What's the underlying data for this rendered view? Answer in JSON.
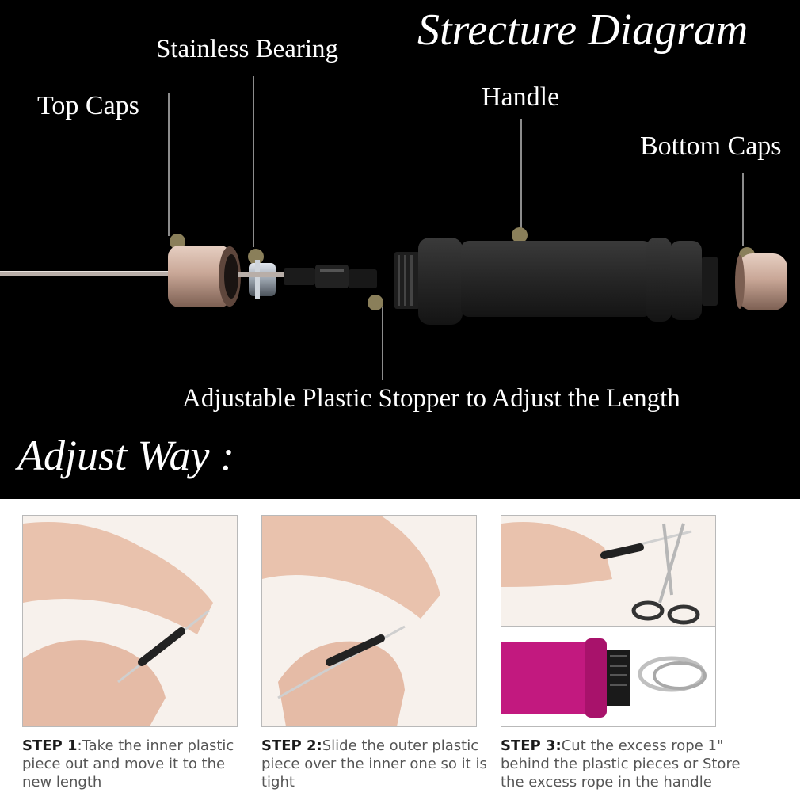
{
  "diagram": {
    "title": "Strecture Diagram",
    "parts": {
      "top_caps": "Top Caps",
      "stainless_bearing": "Stainless Bearing",
      "handle": "Handle",
      "bottom_caps": "Bottom Caps",
      "stopper": "Adjustable Plastic Stopper to Adjust the Length"
    }
  },
  "adjust": {
    "title": "Adjust Way :",
    "steps": [
      {
        "label": "STEP 1",
        "sep": ":",
        "text": "Take the inner plastic piece out and move it to the new length"
      },
      {
        "label": "STEP 2:",
        "sep": "",
        "text": "Slide the outer plastic piece over the inner one so it is tight"
      },
      {
        "label": "STEP 3:",
        "sep": "",
        "text": "Cut the excess rope 1\" behind the plastic pieces or Store the excess rope in the handle"
      }
    ]
  },
  "colors": {
    "background": "#000000",
    "cap_metal": "#c9a797",
    "handle_foam": "#2b2b2b",
    "pink_handle": "#c2197f",
    "leader_dot": "#8a7f5a"
  }
}
